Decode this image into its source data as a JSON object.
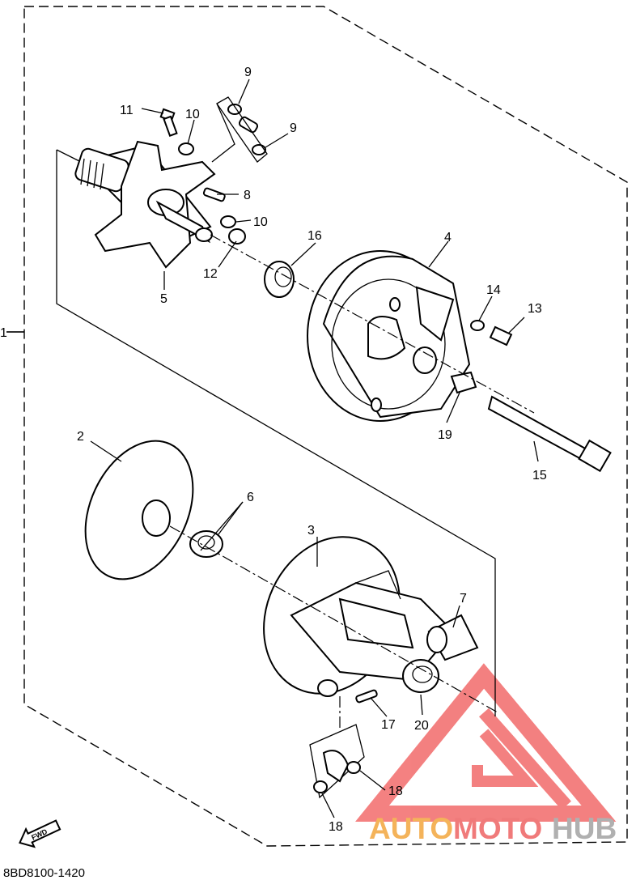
{
  "diagram": {
    "callouts": [
      "1",
      "2",
      "3",
      "4",
      "5",
      "6",
      "7",
      "8",
      "9",
      "9",
      "10",
      "10",
      "11",
      "12",
      "13",
      "14",
      "15",
      "16",
      "17",
      "18",
      "18",
      "19",
      "20"
    ],
    "part_code": "8BD8100-1420",
    "fwd_label": "FWD"
  },
  "watermark": {
    "part1": "AUTO",
    "part2": "MOTO",
    "part3": "HUB",
    "colors": {
      "auto": "#f4b35a",
      "moto": "#f07a7a",
      "hub": "#b0b0b0",
      "triangle": "#f26b6b"
    }
  }
}
